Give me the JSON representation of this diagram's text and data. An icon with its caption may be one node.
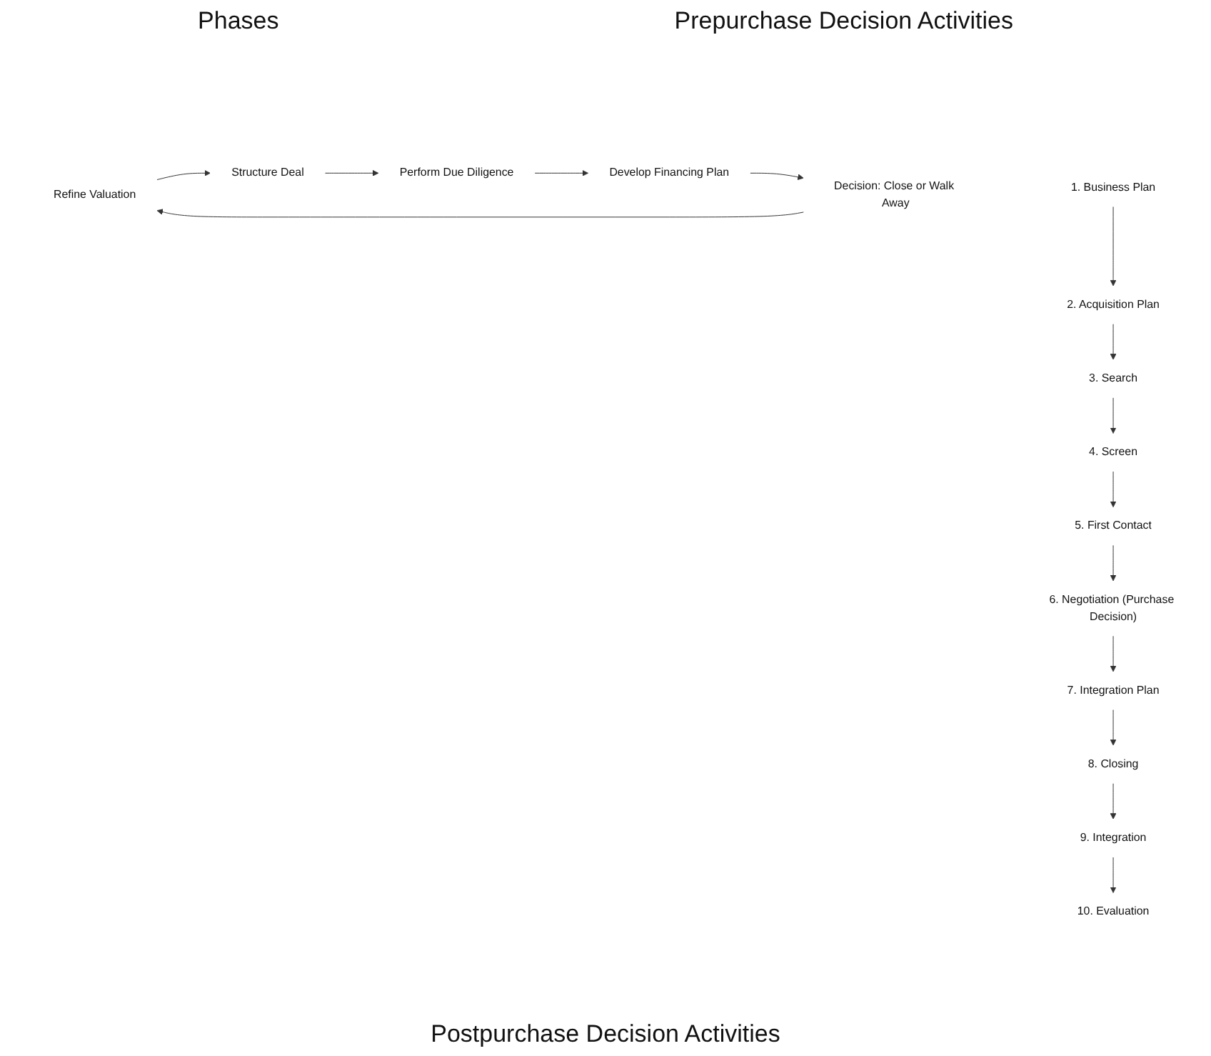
{
  "diagram": {
    "nodes": [
      {
        "text": [
          "1. Business Plan"
        ]
      },
      {
        "text": [
          "2. Acquisition Plan"
        ]
      },
      {
        "text": [
          "3. Search"
        ]
      },
      {
        "text": [
          "4. Screen"
        ]
      },
      {
        "text": [
          "5. First Contact"
        ]
      },
      {
        "text": [
          "6. Negotiation (Purchase Decision)"
        ]
      },
      {
        "text": [
          "7. Integration Plan"
        ]
      },
      {
        "text": [
          "8. Closing"
        ]
      },
      {
        "text": [
          "9. Integration"
        ]
      },
      {
        "text": [
          "10. Evaluation"
        ]
      },
      {
        "text": [
          "Refine Valuation"
        ]
      },
      {
        "text": [
          "Structure Deal"
        ]
      },
      {
        "text": [
          "Perform Due Diligence"
        ]
      },
      {
        "text": [
          "Develop Financing Plan"
        ]
      },
      {
        "text": [
          "Decision: Close or Walk Away"
        ]
      }
    ],
    "edges": [
      {
        "from": 0,
        "to": 1,
        "arrow": "to"
      },
      {
        "from": 1,
        "to": 2,
        "arrow": "to"
      },
      {
        "from": 2,
        "to": 3,
        "arrow": "to"
      },
      {
        "from": 3,
        "to": 4,
        "arrow": "to"
      },
      {
        "from": 4,
        "to": 5,
        "arrow": "to"
      },
      {
        "from": 5,
        "to": 6,
        "arrow": "to"
      },
      {
        "from": 6,
        "to": 7,
        "arrow": "to"
      },
      {
        "from": 7,
        "to": 8,
        "arrow": "to"
      },
      {
        "from": 8,
        "to": 9,
        "arrow": "to"
      },
      {
        "from": 10,
        "to": 11,
        "arrow": "to"
      },
      {
        "from": 11,
        "to": 12,
        "arrow": "to"
      },
      {
        "from": 12,
        "to": 13,
        "arrow": "to"
      },
      {
        "from": 13,
        "to": 14,
        "arrow": "to"
      },
      {
        "from": 14,
        "to": 10,
        "arrow": "to"
      }
    ],
    "labels": [
      "Phases",
      "Prepurchase Decision Activities",
      "Postpurchase Decision Activities"
    ]
  }
}
